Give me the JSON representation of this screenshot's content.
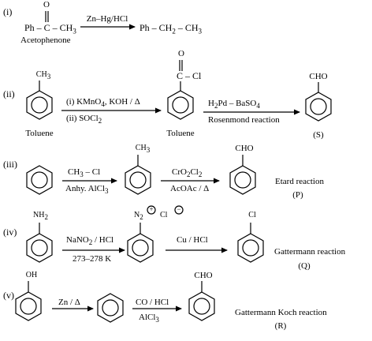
{
  "diagram": {
    "r1": {
      "num": "(i)",
      "o": "O",
      "formula": "Ph – C – CH",
      "formula_sub": "3",
      "name": "Acetophenone",
      "reagent": "Zn–Hg/HCl",
      "product": "Ph – CH",
      "product_sub1": "2",
      "product_mid": " – CH",
      "product_sub2": "3"
    },
    "r2": {
      "num": "(ii)",
      "ch3": "CH",
      "ch3_sub": "3",
      "name1": "Toluene",
      "reagent_a": "(i) KMnO",
      "reagent_a_sub": "4",
      "reagent_a_rest": ", KOH / Δ",
      "reagent_b": "(ii) SOCl",
      "reagent_b_sub": "2",
      "o": "O",
      "cocl": "C – Cl",
      "name2": "Toluene",
      "reagent_c": "H",
      "reagent_c_sub1": "2",
      "reagent_c_rest": "Pd – BaSO",
      "reagent_c_sub2": "4",
      "reagent_d": "Rosenmond reaction",
      "cho": "CHO",
      "label": "(S)"
    },
    "r3": {
      "num": "(iii)",
      "reagent_a": "CH",
      "reagent_a_sub": "3",
      "reagent_a_rest": " – Cl",
      "reagent_b": "Anhy. AlCl",
      "reagent_b_sub": "3",
      "ch3": "CH",
      "ch3_sub": "3",
      "reagent_c": "CrO",
      "reagent_c_sub1": "2",
      "reagent_c_mid": "Cl",
      "reagent_c_sub2": "2",
      "reagent_d": "AcOAc / Δ",
      "cho": "CHO",
      "name": "Etard reaction",
      "label": "(P)"
    },
    "r4": {
      "num": "(iv)",
      "nh2": "NH",
      "nh2_sub": "2",
      "reagent_a": "NaNO",
      "reagent_a_sub": "2",
      "reagent_a_rest": " / HCl",
      "reagent_b": "273–278 K",
      "n2": "N",
      "n2_sub": "2",
      "cl": "Cl",
      "plus": "+",
      "minus": "−",
      "reagent_c": "Cu / HCl",
      "cl_sub": "Cl",
      "name": "Gattermann reaction",
      "label": "(Q)"
    },
    "r5": {
      "num": "(v)",
      "oh": "OH",
      "reagent_a": "Zn / Δ",
      "reagent_c": "CO / HCl",
      "reagent_d": "AlCl",
      "reagent_d_sub": "3",
      "cho": "CHO",
      "name": "Gattermann Koch reaction",
      "label": "(R)"
    }
  }
}
